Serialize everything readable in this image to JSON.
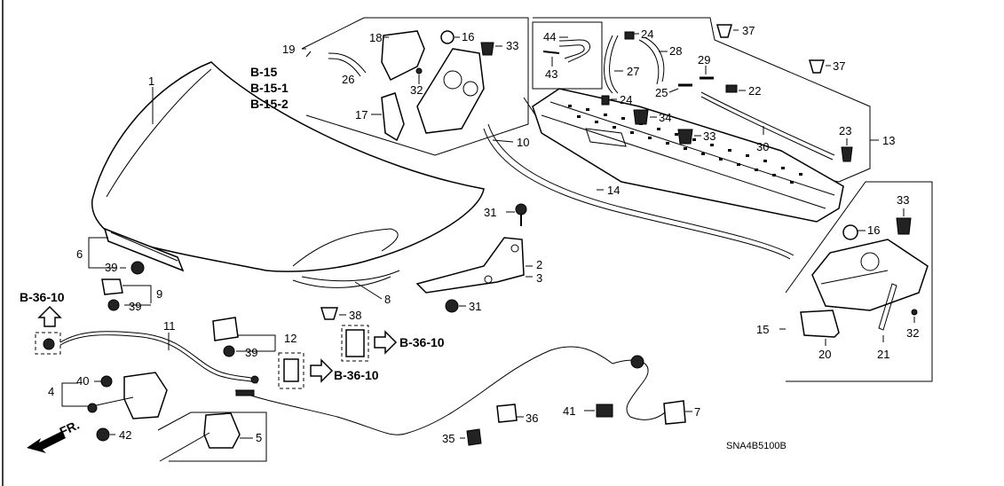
{
  "part_numbers": {
    "p1": "1",
    "p2": "2",
    "p3": "3",
    "p4": "4",
    "p5": "5",
    "p6": "6",
    "p7": "7",
    "p8": "8",
    "p9": "9",
    "p10": "10",
    "p11": "11",
    "p12": "12",
    "p13": "13",
    "p14": "14",
    "p15": "15",
    "p16a": "16",
    "p16b": "16",
    "p17": "17",
    "p18": "18",
    "p19": "19",
    "p20": "20",
    "p21": "21",
    "p22": "22",
    "p23": "23",
    "p24a": "24",
    "p24b": "24",
    "p25": "25",
    "p26": "26",
    "p27": "27",
    "p28": "28",
    "p29": "29",
    "p30": "30",
    "p31a": "31",
    "p31b": "31",
    "p32a": "32",
    "p32b": "32",
    "p33a": "33",
    "p33b": "33",
    "p33c": "33",
    "p34": "34",
    "p35": "35",
    "p36": "36",
    "p37a": "37",
    "p37b": "37",
    "p38": "38",
    "p39a": "39",
    "p39b": "39",
    "p39c": "39",
    "p40": "40",
    "p41": "41",
    "p42": "42",
    "p43": "43",
    "p44": "44"
  },
  "references": {
    "b15": "B-15",
    "b15_1": "B-15-1",
    "b15_2": "B-15-2",
    "b36_10_left": "B-36-10",
    "b36_10_center": "B-36-10",
    "b36_10_right": "B-36-10"
  },
  "direction_label": "FR.",
  "diagram_code": "SNA4B5100B"
}
